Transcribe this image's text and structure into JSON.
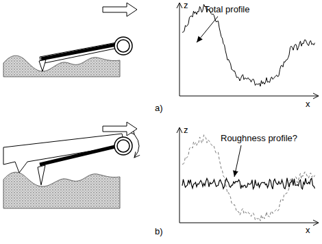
{
  "diagram": {
    "labels": [
      "z",
      "Total profile",
      "x",
      "a)",
      "z",
      "Roughness profile?",
      "x",
      "b)"
    ]
  }
}
